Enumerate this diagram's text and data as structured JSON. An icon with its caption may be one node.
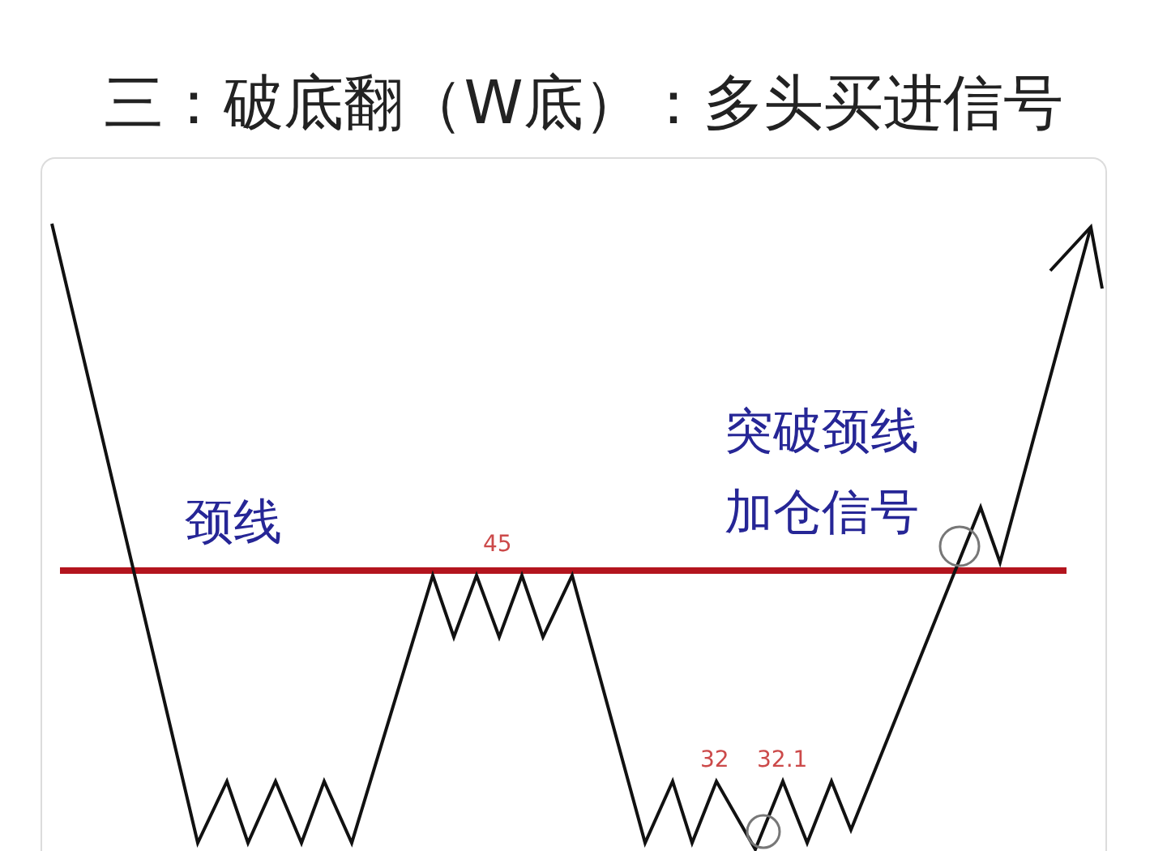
{
  "diagram": {
    "title": "三：破底翻（W底）：多头买进信号",
    "labels": [
      "颈线",
      "45",
      "32",
      "32.1",
      "突破颈线加仓信号"
    ]
  }
}
